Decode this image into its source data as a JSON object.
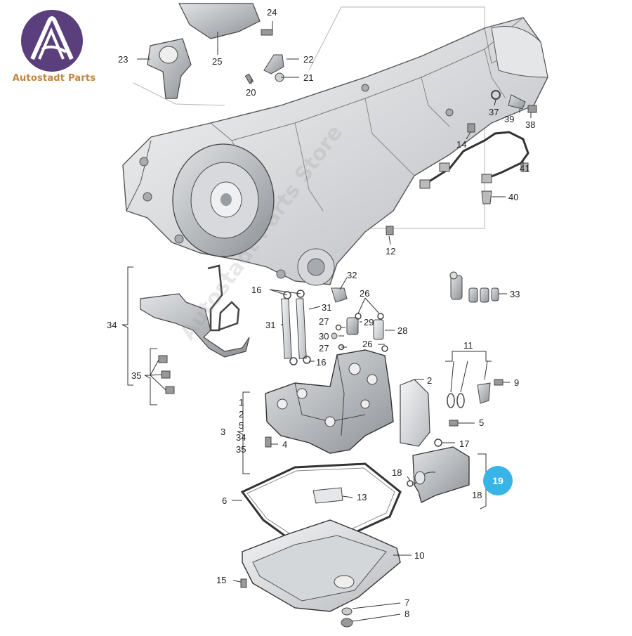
{
  "brand": {
    "name": "Autostadt Parts",
    "accent": "#5b3f7c",
    "text_color": "#c4853d"
  },
  "watermark": "Autostadt Parts Store",
  "highlight": {
    "label": "19",
    "color": "#39b4e6"
  },
  "callouts": {
    "c1": "1",
    "c2a": "2",
    "c2b": "2",
    "c3": "3",
    "c4": "4",
    "c5a": "5",
    "c5b": "5",
    "c6": "6",
    "c7": "7",
    "c8": "8",
    "c9": "9",
    "c10": "10",
    "c11": "11",
    "c12": "12",
    "c13": "13",
    "c14": "14",
    "c15": "15",
    "c16a": "16",
    "c16b": "16",
    "c17": "17",
    "c18a": "18",
    "c18b": "18",
    "c20": "20",
    "c21": "21",
    "c22": "22",
    "c23": "23",
    "c24": "24",
    "c25": "25",
    "c26a": "26",
    "c26b": "26",
    "c27a": "27",
    "c27b": "27",
    "c28": "28",
    "c29": "29",
    "c30": "30",
    "c31a": "31",
    "c31b": "31",
    "c32": "32",
    "c33": "33",
    "c34a": "34",
    "c34b": "34",
    "c35a": "35",
    "c35b": "35",
    "c37": "37",
    "c38": "38",
    "c39": "39",
    "c40": "40",
    "c41": "41"
  }
}
